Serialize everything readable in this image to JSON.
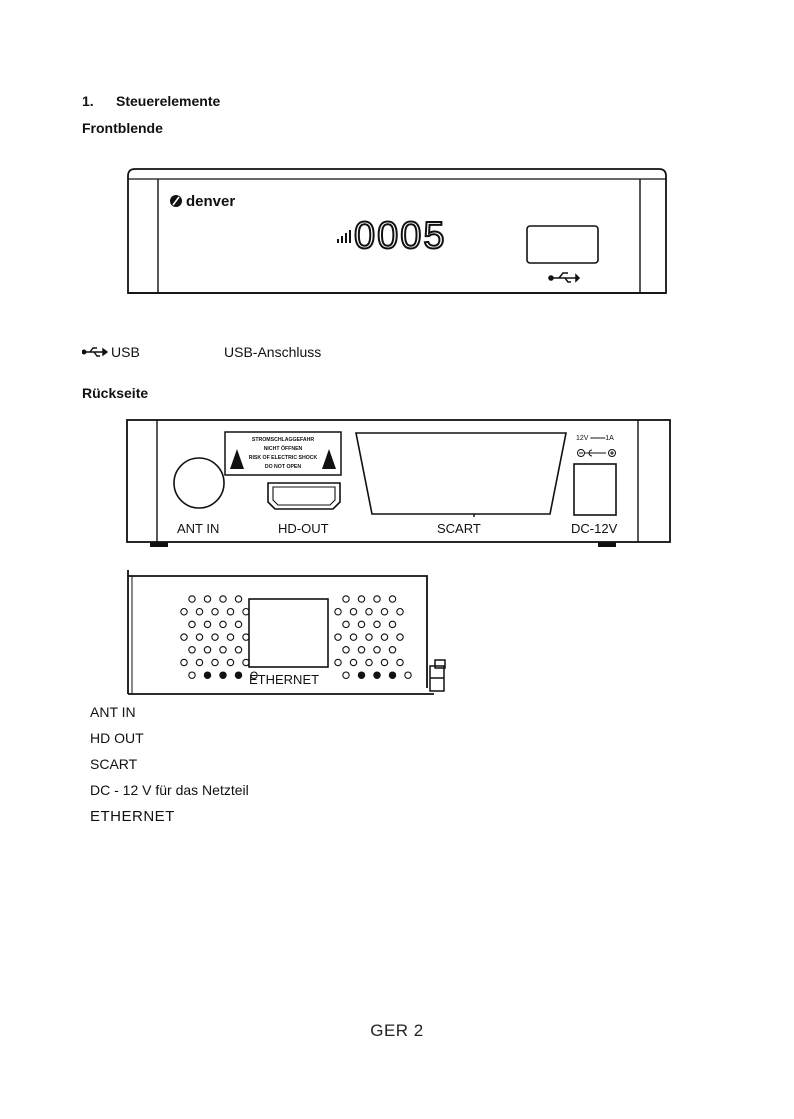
{
  "section": {
    "number": "1.",
    "title": "Steuerelemente"
  },
  "front": {
    "heading": "Frontblende",
    "brand": "denver",
    "display": "0005"
  },
  "usb_legend": {
    "label": "USB",
    "description": "USB-Anschluss",
    "icon": "usb-icon"
  },
  "rear": {
    "heading": "Rückseite",
    "warning_lines": [
      "STROMSCHLAGGEFAHR",
      "NICHT ÖFFNEN",
      "RISK OF ELECTRIC SHOCK",
      "DO NOT OPEN"
    ],
    "port_labels": {
      "ant_in": "ANT IN",
      "hd_out": "HD-OUT",
      "scart": "SCART",
      "dc": "DC-12V"
    },
    "power_rating": "12V ═══1A",
    "ethernet_label": "ETHERNET"
  },
  "rear_legend": [
    "ANT IN",
    "HD OUT",
    "SCART",
    "DC - 12 V für das Netzteil",
    "ETHERNET"
  ],
  "page_number": "GER 2"
}
